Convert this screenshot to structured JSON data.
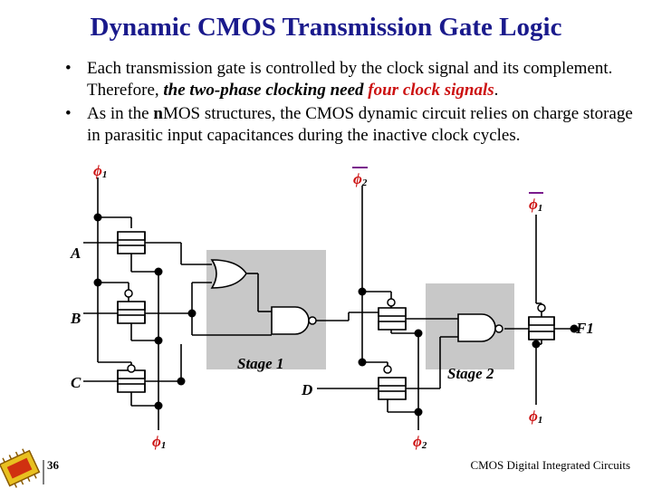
{
  "title": "Dynamic CMOS Transmission Gate Logic",
  "bullets": [
    {
      "pre": "Each transmission gate is controlled by the clock signal and its complement. Therefore, ",
      "em": "the two-phase clocking need ",
      "em_red": "four clock signals",
      "post": "."
    },
    {
      "pre": "As in the ",
      "bold": "n",
      "mid": "MOS structures, the CMOS dynamic circuit relies on charge storage in parasitic input capacitances during the inactive clock cycles."
    }
  ],
  "diagram": {
    "inputs": [
      "A",
      "B",
      "C"
    ],
    "node_d": "D",
    "output": "F1",
    "stages": [
      "Stage 1",
      "Stage 2"
    ],
    "clock_symbol": "ϕ",
    "clock_labels": [
      "1",
      "2",
      "1",
      "1",
      "1",
      "2"
    ],
    "colors": {
      "box": "#c8c8c8",
      "wire": "#000000",
      "title": "#1a1a8c",
      "accent": "#cc1111",
      "clock_bar": "#7a1a8c"
    }
  },
  "footer": {
    "page_number": "36",
    "course": "CMOS Digital Integrated Circuits"
  }
}
